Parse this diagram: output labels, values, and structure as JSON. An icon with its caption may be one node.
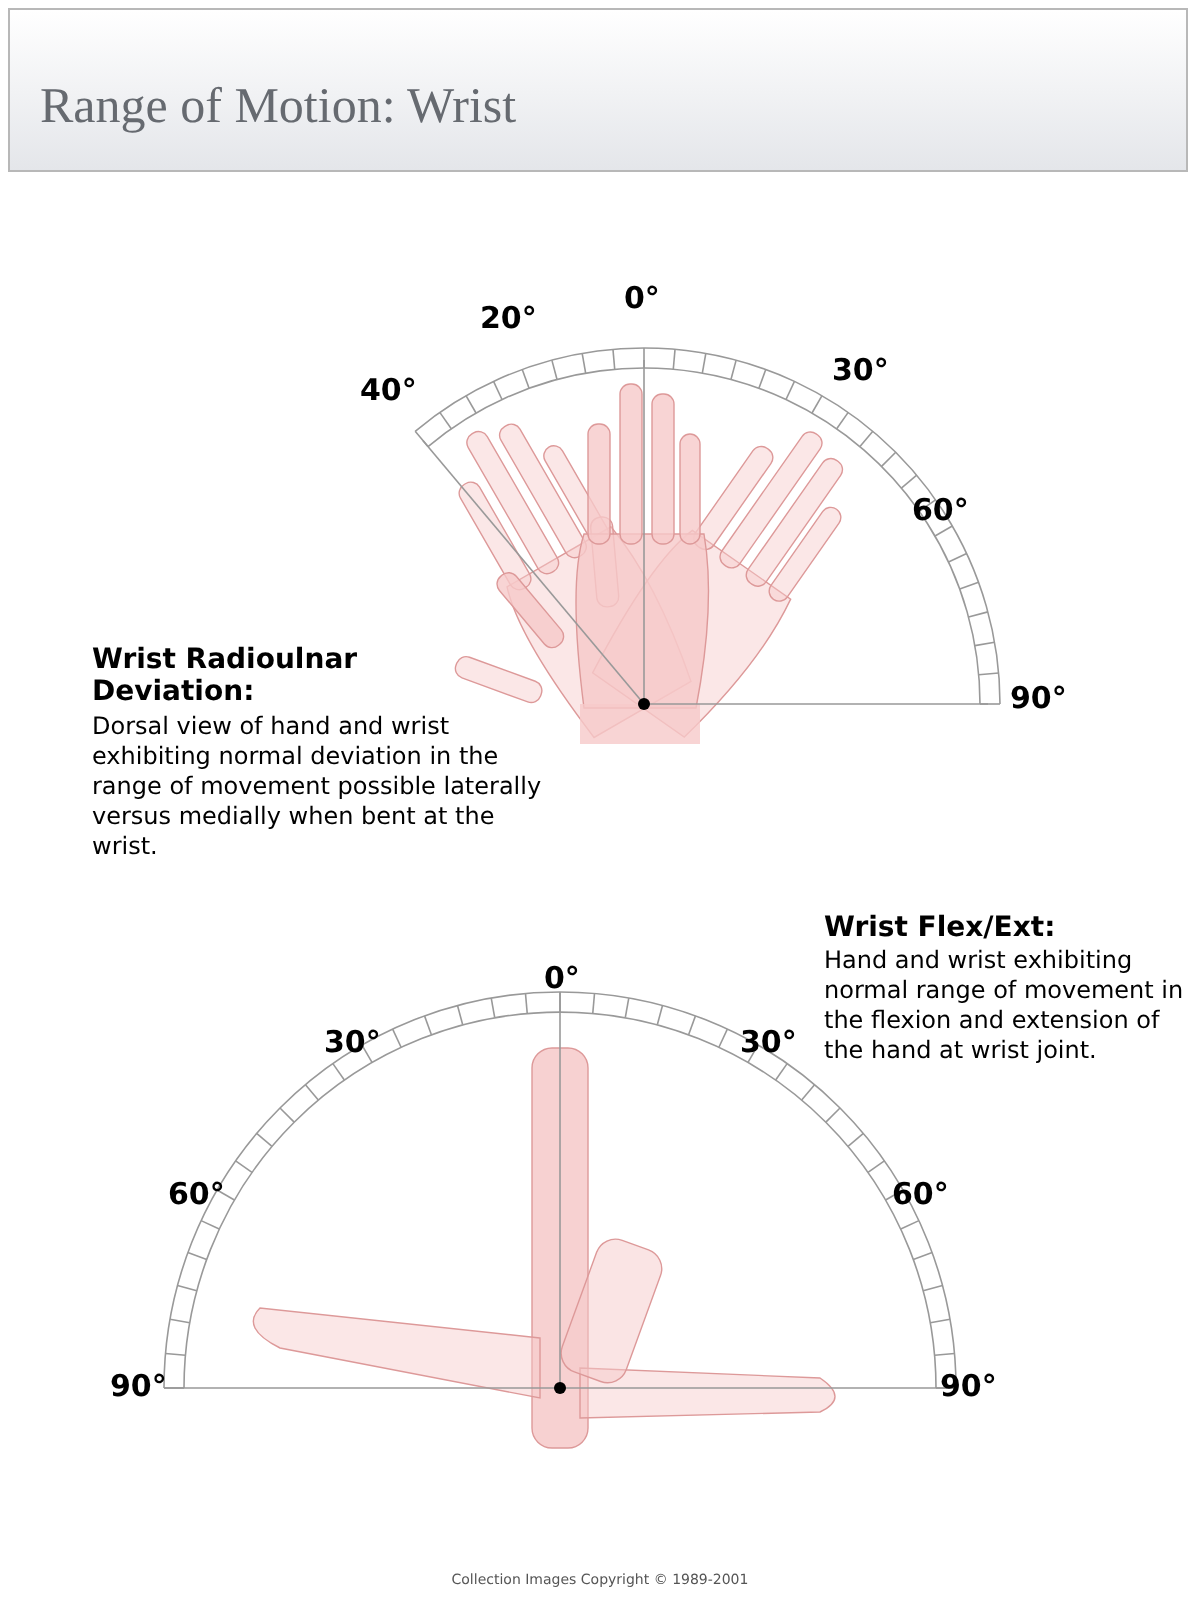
{
  "diagram": {
    "title": "Range of Motion: Wrist",
    "labels": [
      "0°",
      "20°",
      "30°",
      "40°",
      "60°",
      "Wrist Radioulnar Deviation:",
      "Dorsal view of hand and wrist exhibiting normal deviation in the range of movement possible laterally versus medially when bent at the wrist.",
      "90°",
      "Wrist Flex/Ext:",
      "Hand and wrist exhibiting normal range of movement in the flexion and extension of the hand at wrist joint.",
      "0°",
      "30°",
      "30°",
      "60°",
      "60°",
      "90°",
      "90°"
    ],
    "caption": "Collection Images Copyright © 1989-2001"
  }
}
